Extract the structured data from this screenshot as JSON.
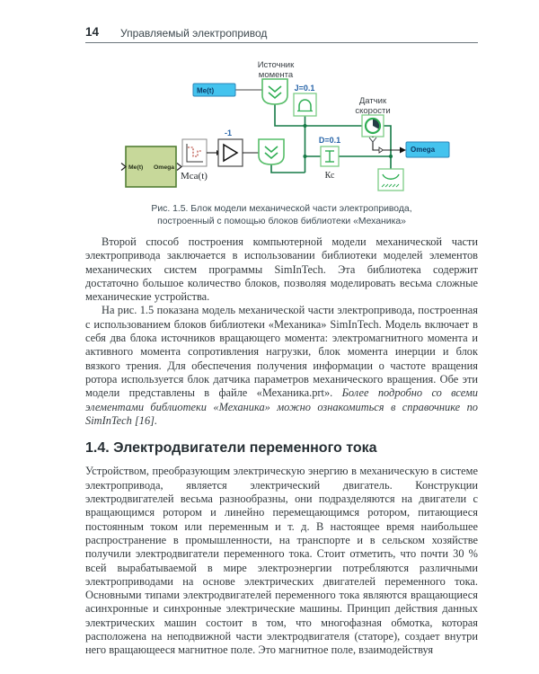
{
  "header": {
    "page_number": "14",
    "running_title": "Управляемый электропривод"
  },
  "diagram": {
    "input_block": "Me(t)",
    "source_label_1": "Источник",
    "source_label_2": "момента",
    "inertia_value": "J=0.1",
    "sensor_label_1": "Датчик",
    "sensor_label_2": "скорости",
    "output_block": "Omega",
    "damping_value": "D=0.1",
    "damping_name": "Кс",
    "gain_value": "-1",
    "load_torque_name": "Mca(t)",
    "subsystem_input_port": "Me(t)",
    "subsystem_output_port": "Omega",
    "colors": {
      "wire_green": "#157a46",
      "block_border_green": "#7ccd85",
      "icon_green": "#2fae53",
      "cyan_fill": "#44c3ee",
      "cyan_border": "#2b85b8",
      "subsystem_fill": "#c7d89a",
      "subsystem_border": "#527f35",
      "param_blue": "#2563a8",
      "step_red": "#b03a2e"
    }
  },
  "figure_caption": {
    "line1": "Рис. 1.5. Блок модели механической части электропривода,",
    "line2": "построенный с помощью блоков библиотеки «Механика»"
  },
  "content": {
    "para1": "Второй способ построения компьютерной модели механической части электропривода заключается в использовании библиотеки моделей элементов механических систем программы SimInTech. Эта библиотека содержит достаточно большое количество блоков, позволяя моделировать весьма сложные механические устройства.",
    "para2_normal": "На рис. 1.5 показана модель механической части электропривода, построенная с использованием блоков библиотеки «Механика» SimInTech. Модель включает в себя два блока источников вращающего момента: электромагнитного момента и активного момента сопротивления нагрузки, блок момента инерции и блок вязкого трения. Для обеспечения получения информации о частоте вращения ротора используется блок датчика параметров механического вращения. Обе эти модели представлены в файле «Механика.prt». ",
    "para2_italic": "Более подробно со всеми элементами библиотеки «Механика» можно ознакомиться в справочнике по SimInTech [16].",
    "section_heading": "1.4. Электродвигатели переменного тока",
    "para3": "Устройством, преобразующим электрическую энергию в механическую в системе электропривода, является электрический двигатель. Конструкции электродвигателей весьма разнообразны, они подразделяются на двигатели с вращающимся ротором и линейно перемещающимся ротором, питающиеся постоянным током или переменным и т. д. В настоящее время наибольшее распространение в промышленности, на транспорте и в сельском хозяйстве получили электродвигатели переменного тока. Стоит отметить, что почти 30 % всей вырабатываемой в мире электроэнергии потребляются различными электроприводами на основе электрических двигателей переменного тока. Основными типами электродвигателей переменного тока являются вращающиеся асинхронные и синхронные электрические машины. Принцип действия данных электрических машин состоит в том, что многофазная обмотка, которая расположена на неподвижной части электродвигателя (статоре), создает внутри него вращающееся магнитное поле. Это магнитное поле, взаимодействуя"
  }
}
